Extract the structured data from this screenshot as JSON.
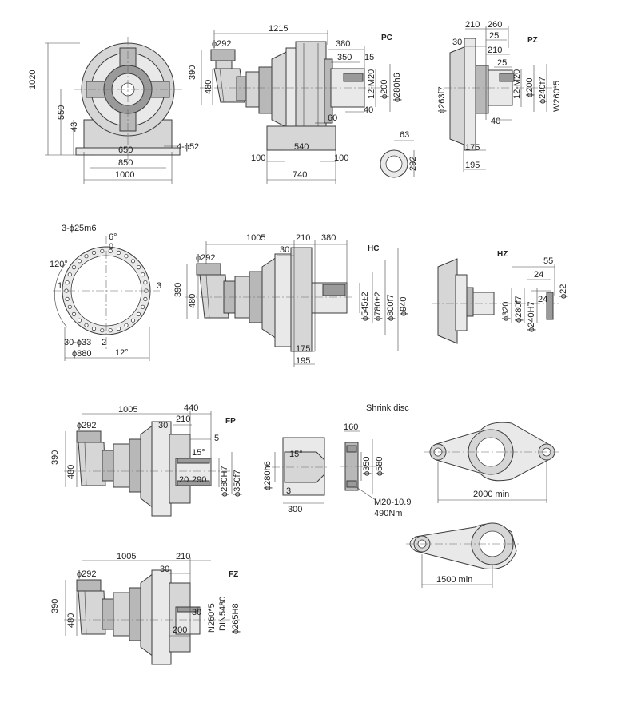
{
  "views": {
    "pc_label": "PC",
    "pz_label": "PZ",
    "hc_label": "HC",
    "hz_label": "HZ",
    "fp_label": "FP",
    "fz_label": "FZ",
    "shrink_disc_label": "Shrink disc"
  },
  "front_view": {
    "d1020": "1020",
    "d550": "550",
    "d43": "43",
    "d650": "650",
    "d850": "850",
    "d1000": "1000",
    "holes": "4-ϕ52"
  },
  "pc_view": {
    "d1215": "1215",
    "d292": "ϕ292",
    "d390": "390",
    "d480": "480",
    "d380": "380",
    "d350": "350",
    "d15": "15",
    "thread": "12-M20",
    "d200": "ϕ200",
    "d280h6": "ϕ280h6",
    "d40": "40",
    "d60": "60",
    "d540": "540",
    "d100a": "100",
    "d100b": "100",
    "d740": "740",
    "d63": "63",
    "d292b": "292"
  },
  "pz_view": {
    "d210": "210",
    "d260": "260",
    "d30": "30",
    "d25a": "25",
    "d210b": "210",
    "d25b": "25",
    "d263f7": "ϕ263f7",
    "thread": "12-M20",
    "d200": "ϕ200",
    "d240f7": "ϕ240f7",
    "spline": "W260*5",
    "d40": "40",
    "d175": "175",
    "d195": "195"
  },
  "flange_view": {
    "pins": "3-ϕ25m6",
    "angle6": "6°",
    "pos0": "0",
    "angle120": "120°",
    "pos1": "1",
    "pos3": "3",
    "holes": "30-ϕ33",
    "pos2": "2",
    "angle12": "12°",
    "d880": "ϕ880"
  },
  "hc_view": {
    "d1005": "1005",
    "d210": "210",
    "d380": "380",
    "d30": "30",
    "d292": "ϕ292",
    "d390": "390",
    "d480": "480",
    "d545": "ϕ545±2",
    "d780": "ϕ780±2",
    "d800f7": "ϕ800f7",
    "d940": "ϕ940",
    "d175": "175",
    "d195": "195"
  },
  "hz_view": {
    "d55": "55",
    "d24a": "24",
    "d24b": "24",
    "d22": "ϕ22",
    "d320": "ϕ320",
    "d280f7": "ϕ280f7",
    "d240h7": "ϕ240H7"
  },
  "fp_view": {
    "d1005": "1005",
    "d440": "440",
    "d292": "ϕ292",
    "d30": "30",
    "d210": "210",
    "d5": "5",
    "d15deg": "15°",
    "d390": "390",
    "d480": "480",
    "d20": "20",
    "d290": "290",
    "d280h7": "ϕ280H7",
    "d350f7": "ϕ350f7"
  },
  "shaft_detail": {
    "d280h6": "ϕ280h6",
    "d15deg": "15°",
    "d3": "3",
    "d300": "300"
  },
  "shrink_disc": {
    "d160": "160",
    "d350": "ϕ350",
    "d580": "ϕ580",
    "bolts": "M20-10.9",
    "torque": "490Nm"
  },
  "torque_arms": {
    "long_min": "2000 min",
    "short_min": "1500 min"
  },
  "fz_view": {
    "d1005": "1005",
    "d210": "210",
    "d292": "ϕ292",
    "d30a": "30",
    "d390": "390",
    "d480": "480",
    "spline": "N260*5",
    "standard": "DIN5480",
    "d265h8": "ϕ265H8",
    "d30b": "30",
    "d200": "200"
  }
}
